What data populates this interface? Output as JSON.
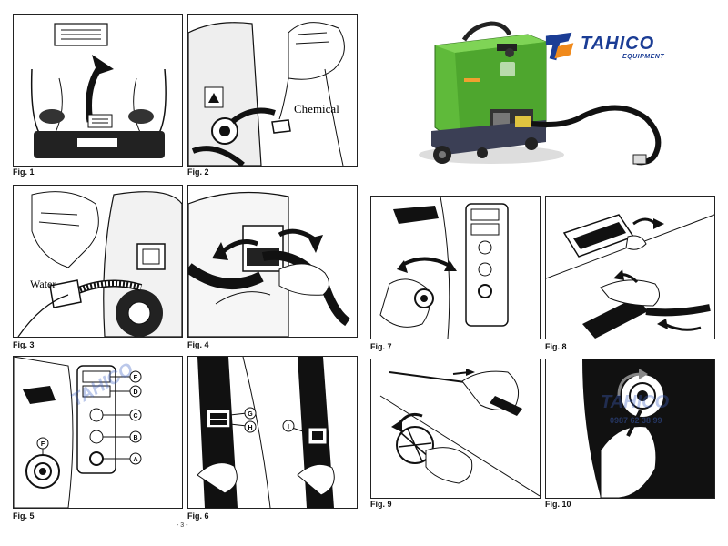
{
  "brand": {
    "name": "TAHICO",
    "tagline": "EQUIPMENT",
    "color": "#1b3d95",
    "accent": "#f08a1c"
  },
  "product_image": {
    "icon": "steam-cleaner-machine",
    "color": "#5fba3a"
  },
  "page_number": "- 3 -",
  "watermark_phone": "0987 62 38 99",
  "figures": [
    {
      "caption": "Fig. 1"
    },
    {
      "caption": "Fig. 2",
      "label": "Chemical"
    },
    {
      "caption": "Fig. 3",
      "label": "Water"
    },
    {
      "caption": "Fig. 4"
    },
    {
      "caption": "Fig. 5",
      "callouts": [
        "E",
        "D",
        "C",
        "B",
        "A",
        "F"
      ]
    },
    {
      "caption": "Fig. 6",
      "callouts": [
        "G",
        "H",
        "I"
      ]
    },
    {
      "caption": "Fig. 7"
    },
    {
      "caption": "Fig. 8"
    },
    {
      "caption": "Fig. 9"
    },
    {
      "caption": "Fig. 10"
    }
  ]
}
